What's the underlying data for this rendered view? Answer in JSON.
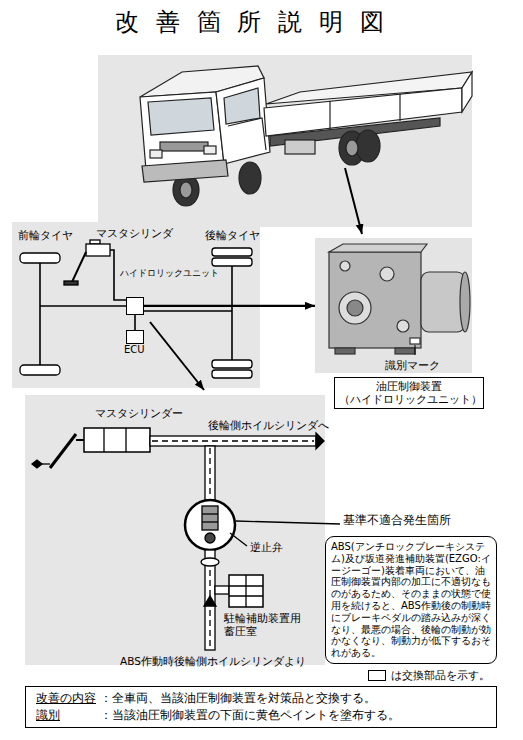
{
  "diagram": {
    "title": "改善箇所説明図",
    "nodes": [
      {
        "text": [
          "ハイドロリックユニット"
        ]
      },
      {
        "text": [
          "識別マーク"
        ]
      },
      {
        "text": [
          "油圧制御装置 （ハイドロリックユニット）"
        ]
      },
      {
        "text": [
          "ECU"
        ]
      },
      {
        "text": [
          "ABS(アンチロックブレーキシステム)及び坂道発進補助装置(EZGO:イージーゴー)装着車両において、油圧制御装置内部の加工に不適切なものがあるため、そのままの状態で使用を続けると、ABS作動後の制動時にブレーキペダルの踏み込みが深くなり、最悪の場合、後輪の制動が効かなくなり、制動力が低下するおそれがある。"
        ]
      },
      {
        "text": [
          "改善の内容",
          "：全車両、当該油圧制御装置を対策品と交換する。",
          "識別",
          "：当該油圧制御装置の下面に黄色ペイントを塗布する。"
        ]
      }
    ],
    "edges": [
      {
        "from": 0,
        "to": 1,
        "arrow": "to"
      },
      {
        "from": 0,
        "to": 3,
        "arrow": "none"
      }
    ],
    "labels": [
      "前輪タイヤ",
      "マスタシリンダ",
      "後輪タイヤ",
      "マスタシリンダー",
      "後輪側ホイルシリンダへ",
      "基準不適合発生箇所",
      "逆止弁",
      "駐輪補助装置用 蓄圧室",
      "ABS作動時後輪側ホイルシリンダより"
    ],
    "legend": [
      {
        "text": "は交換部品を示す。"
      }
    ]
  }
}
